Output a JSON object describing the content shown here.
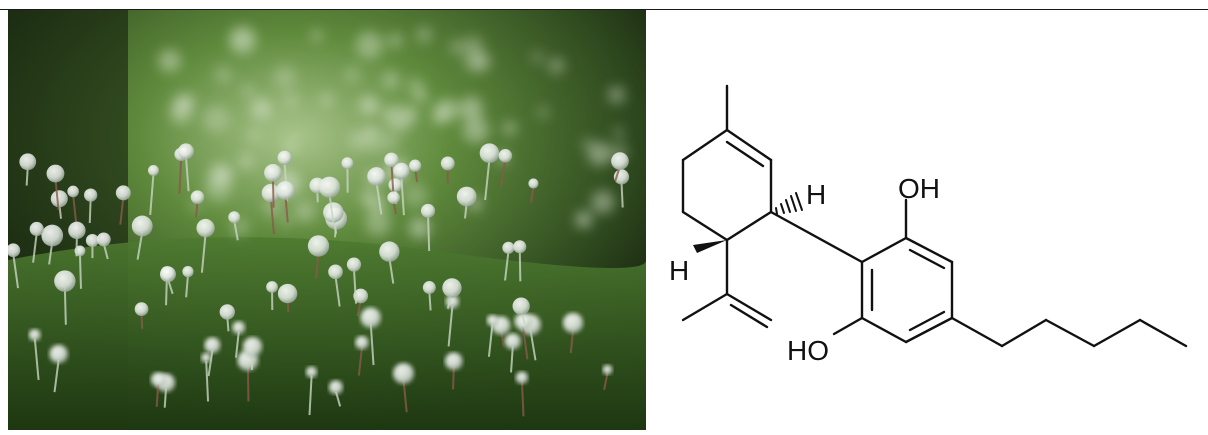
{
  "photo": {
    "subject_icon": "trichome-macro-photo",
    "colors": {
      "leaf_dark": "#1e3014",
      "leaf_mid": "#4f7a33",
      "leaf_light": "#8fb36a",
      "trichome": "#e6ece6"
    }
  },
  "structure": {
    "atom_labels": {
      "h_top": "H",
      "h_left": "H",
      "oh_top": "OH",
      "oh_bottom": "HO"
    },
    "bond_color": "#111111"
  }
}
